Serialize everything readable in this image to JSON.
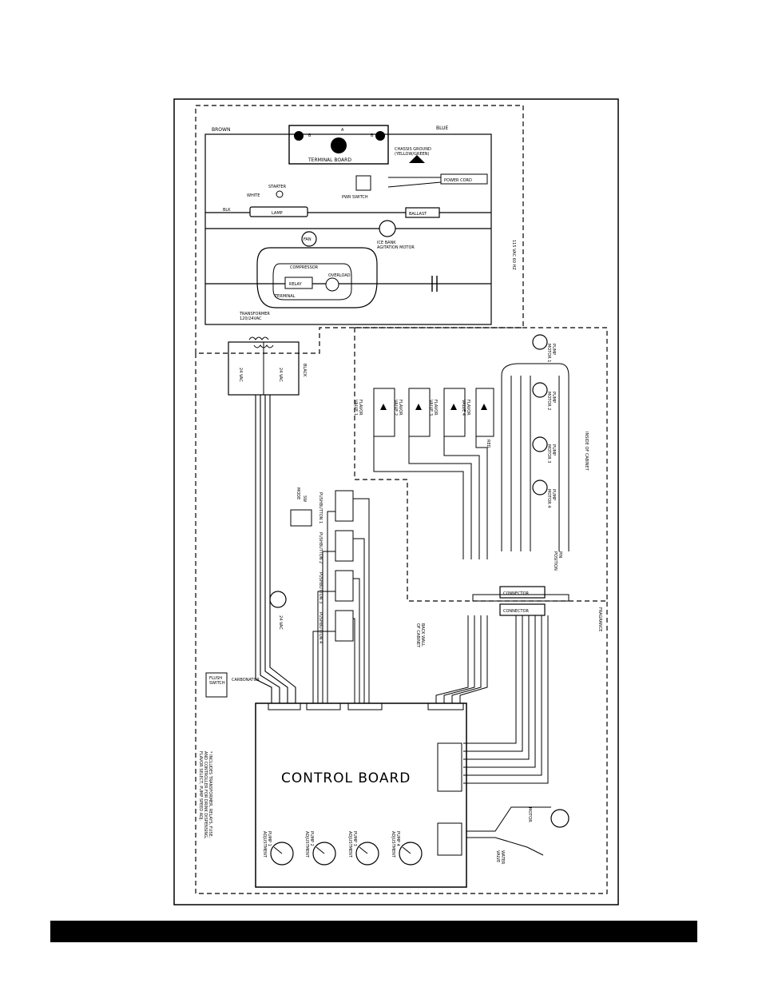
{
  "diagram": {
    "top_section": {
      "wire_colors": {
        "brown": "BROWN",
        "blue": "BLUE",
        "white": "WHITE",
        "blk": "BLK"
      },
      "terminal_board": "TERMINAL BOARD",
      "terminal_marks": [
        "B",
        "A",
        "B"
      ],
      "chassis_ground": "CHASSIS GROUND\n(YELLOW/GREEN)",
      "power_cord": "POWER CORD",
      "pwr_switch": "PWR SWITCH",
      "starter": "STARTER",
      "lamp": "LAMP",
      "ballast": "BALLAST",
      "fan": "FAN",
      "ice_bank_motor": "ICE BANK\nAGITATION MOTOR",
      "compressor": "COMPRESSOR",
      "relay": "RELAY",
      "overload": "OVERLOAD",
      "terminal": "TERMINAL",
      "transformer": "TRANSFORMER\n120/24VAC",
      "voltage_note": "115 VAC 60 HZ",
      "transformer_outputs": [
        "24 VAC",
        "24 VAC"
      ],
      "black": "BLACK"
    },
    "pump_section": {
      "pump_labels": [
        "PUMP\nMOTOR 1",
        "PUMP\nMOTOR 2",
        "PUMP\nMOTOR 3",
        "PUMP\nMOTOR 4"
      ],
      "valve_labels": [
        "FLAVOR\nVALVE 1",
        "FLAVOR\nVALVE 2",
        "FLAVOR\nVALVE 3",
        "FLAVOR\nVALVE 4"
      ],
      "red": "RED",
      "inside_cabinet": "INSIDE OF CABINET",
      "connector_top": "CONNECTOR",
      "connector_bottom": "CONNECTOR",
      "pin_position": "PIN\nPOSITION",
      "back_wall": "BACK WALL\nOF CABINET",
      "mode": "MODE",
      "sw": "SW",
      "pushbuttons": [
        "PUSHBUTTON 1",
        "PUSHBUTTON 2",
        "PUSHBUTTON 3",
        "PUSHBUTTON 4"
      ],
      "clock_motor": "24 VAC",
      "flush_switch": "FLUSH\nSWITCH",
      "carbonator": "CARBONATOR",
      "carbonator_valve": "WATER\nVALVE",
      "motor_label": "MOTOR"
    },
    "control_board": {
      "title": "CONTROL BOARD",
      "pots": [
        "PUMP 1\nADJUSTMENT",
        "PUMP 2\nADJUSTMENT",
        "PUMP 3\nADJUSTMENT",
        "PUMP 4\nADJUSTMENT"
      ],
      "note": "* INCLUDES TRANSFORMER, RELAYS, FUSE,\nAND CONTROLLER FOR DRINK DISPENSING,\nFLAVOR SELECT, PUMP SPEED ADJ."
    },
    "side_note": "FRAGRANCE"
  }
}
